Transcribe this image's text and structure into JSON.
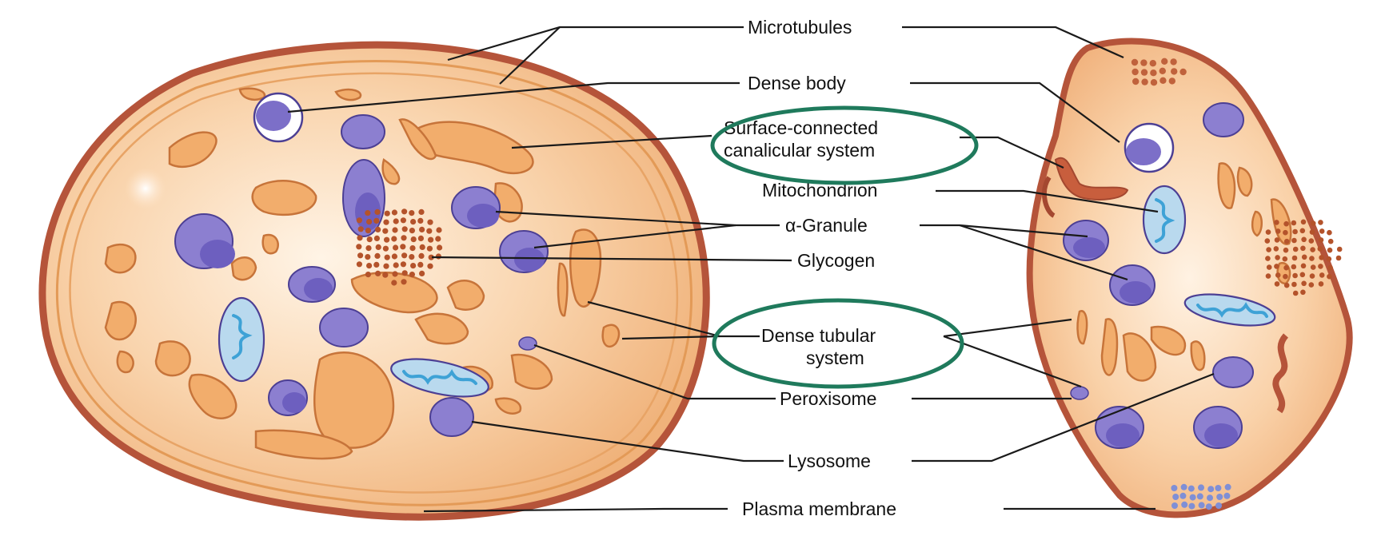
{
  "labels": {
    "microtubules": "Microtubules",
    "dense_body": "Dense body",
    "sccs_line1": "Surface-connected",
    "sccs_line2": "canalicular system",
    "mitochondrion": "Mitochondrion",
    "alpha_granule": "α-Granule",
    "glycogen": "Glycogen",
    "dts_line1": "Dense tubular",
    "dts_line2": "system",
    "peroxisome": "Peroxisome",
    "lysosome": "Lysosome",
    "plasma_membrane": "Plasma membrane"
  },
  "colors": {
    "cytoplasm": "#f7c89a",
    "membrane": "#b5543a",
    "granule": "#8c7fd0",
    "mitochondrion_matrix": "#b9d9ee",
    "cristae": "#3ea2d6",
    "glycogen": "#b4532b",
    "highlight_ring": "#1f7a5c"
  },
  "highlighted": [
    "Surface-connected canalicular system",
    "Dense tubular system"
  ]
}
